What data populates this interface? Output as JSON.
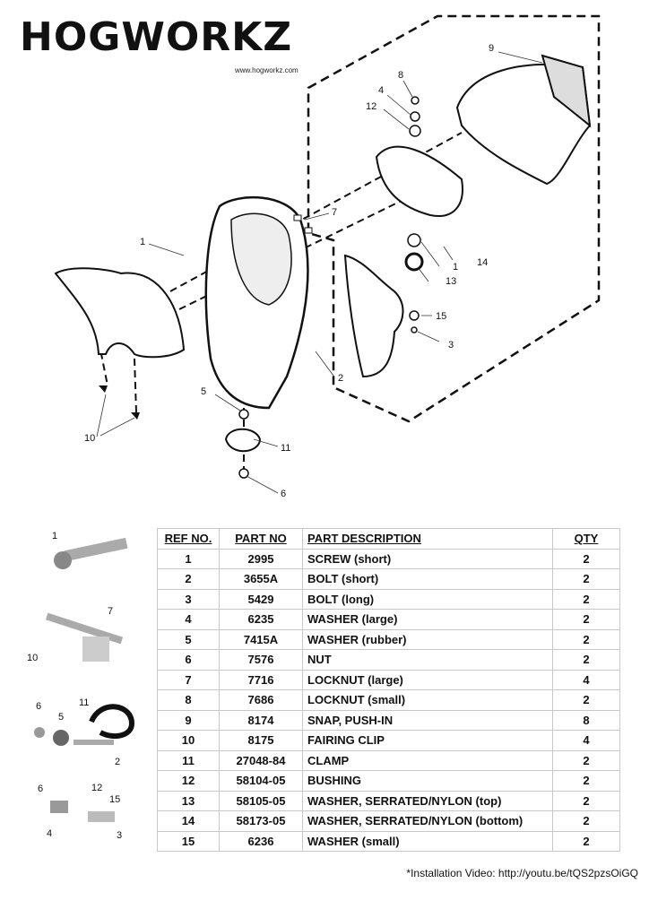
{
  "brand": {
    "logo_text": "HOGWORKZ",
    "url": "www.hogworkz.com"
  },
  "diagram": {
    "callouts": [
      "9",
      "8",
      "4",
      "12",
      "7",
      "1",
      "14",
      "1",
      "13",
      "15",
      "3",
      "2",
      "5",
      "11",
      "10",
      "6"
    ]
  },
  "photos": {
    "labels": [
      "1",
      "7",
      "10",
      "6",
      "5",
      "11",
      "2",
      "6",
      "12",
      "15",
      "4",
      "3"
    ]
  },
  "table": {
    "headers": [
      "REF NO.",
      "PART NO",
      "PART DESCRIPTION",
      "QTY"
    ],
    "rows": [
      [
        "1",
        "2995",
        "SCREW (short)",
        "2"
      ],
      [
        "2",
        "3655A",
        "BOLT (short)",
        "2"
      ],
      [
        "3",
        "5429",
        "BOLT (long)",
        "2"
      ],
      [
        "4",
        "6235",
        "WASHER (large)",
        "2"
      ],
      [
        "5",
        "7415A",
        "WASHER (rubber)",
        "2"
      ],
      [
        "6",
        "7576",
        "NUT",
        "2"
      ],
      [
        "7",
        "7716",
        "LOCKNUT (large)",
        "4"
      ],
      [
        "8",
        "7686",
        "LOCKNUT (small)",
        "2"
      ],
      [
        "9",
        "8174",
        "SNAP, PUSH-IN",
        "8"
      ],
      [
        "10",
        "8175",
        "FAIRING CLIP",
        "4"
      ],
      [
        "11",
        "27048-84",
        "CLAMP",
        "2"
      ],
      [
        "12",
        "58104-05",
        "BUSHING",
        "2"
      ],
      [
        "13",
        "58105-05",
        "WASHER, SERRATED/NYLON (top)",
        "2"
      ],
      [
        "14",
        "58173-05",
        "WASHER, SERRATED/NYLON (bottom)",
        "2"
      ],
      [
        "15",
        "6236",
        "WASHER (small)",
        "2"
      ]
    ]
  },
  "footnote": "*Installation Video: http://youtu.be/tQS2pzsOiGQ"
}
